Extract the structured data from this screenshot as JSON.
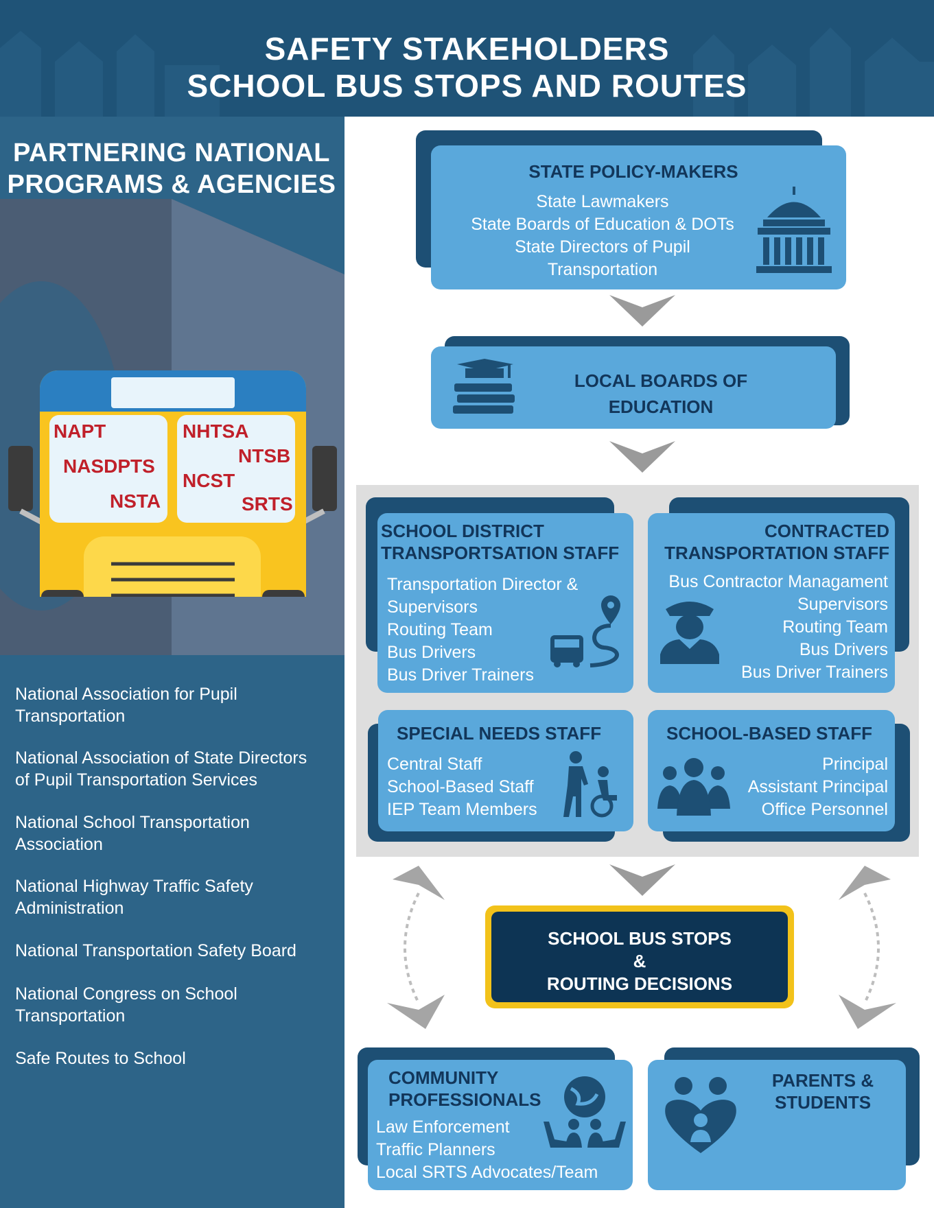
{
  "header": {
    "title_line1": "SAFETY STAKEHOLDERS",
    "title_line2": "SCHOOL BUS STOPS AND ROUTES"
  },
  "left": {
    "heading_line1": "PARTNERING NATIONAL",
    "heading_line2": "PROGRAMS & AGENCIES",
    "bus_labels_left": [
      "NAPT",
      "NASDPTS",
      "NSTA"
    ],
    "bus_labels_right": [
      "NHTSA",
      "NTSB",
      "NCST",
      "SRTS"
    ],
    "agencies": [
      {
        "line1": "National Association for Pupil",
        "line2": "Transportation"
      },
      {
        "line1": "National Association of State Directors",
        "line2": "of Pupil Transportation Services"
      },
      {
        "line1": "National School Transportation",
        "line2": "Association"
      },
      {
        "line1": "National Highway Traffic Safety",
        "line2": "Administration"
      },
      {
        "line1": "National Transportation Safety Board",
        "line2": ""
      },
      {
        "line1": "National Congress on School",
        "line2": "Transportation"
      },
      {
        "line1": "Safe Routes to School",
        "line2": ""
      }
    ]
  },
  "state": {
    "title": "STATE POLICY-MAKERS",
    "lines": [
      "State Lawmakers",
      "State Boards of Education & DOTs",
      "State Directors of Pupil",
      "Transportation"
    ],
    "icon": "capitol-building-icon"
  },
  "local": {
    "title_line1": "LOCAL BOARDS OF",
    "title_line2": "EDUCATION",
    "icon": "books-graduation-cap-icon"
  },
  "district": {
    "title_line1": "SCHOOL DISTRICT",
    "title_line2": "TRANSPORTSATION STAFF",
    "lines": [
      "Transportation Director &",
      "Supervisors",
      "Routing Team",
      "Bus Drivers",
      "Bus Driver Trainers"
    ],
    "icon": "bus-route-icon"
  },
  "contracted": {
    "title_line1": "CONTRACTED",
    "title_line2": "TRANSPORTATION STAFF",
    "lines": [
      "Bus Contractor Managament",
      "Supervisors",
      "Routing Team",
      "Bus Drivers",
      "Bus Driver Trainers"
    ],
    "icon": "driver-cap-icon"
  },
  "special": {
    "title": "SPECIAL NEEDS STAFF",
    "lines": [
      "Central Staff",
      "School-Based Staff",
      "IEP Team Members"
    ],
    "icon": "wheelchair-assist-icon"
  },
  "school": {
    "title": "SCHOOL-BASED STAFF",
    "lines": [
      "Principal",
      "Assistant Principal",
      "Office Personnel"
    ],
    "icon": "staff-group-icon"
  },
  "decision": {
    "line1": "SCHOOL BUS STOPS",
    "line2": "&",
    "line3": "ROUTING DECISIONS"
  },
  "community": {
    "title_line1": "COMMUNITY",
    "title_line2": "PROFESSIONALS",
    "lines": [
      "Law Enforcement",
      "Traffic Planners",
      "Local SRTS Advocates/Team"
    ],
    "icon": "community-globe-icon"
  },
  "parents": {
    "title_line1": "PARENTS &",
    "title_line2": "STUDENTS",
    "icon": "family-heart-icon"
  },
  "colors": {
    "header_bg": "#1f5377",
    "left_bg": "#2d6488",
    "box_light": "#5aa8db",
    "box_shadow": "#1d4f74",
    "decision_bg": "#0d3454",
    "decision_border": "#f2c21a",
    "bus_yellow": "#f9c41f",
    "bus_label_red": "#c0202a",
    "panel_gray": "#dedede",
    "chevron_gray": "#9a9a9a"
  }
}
